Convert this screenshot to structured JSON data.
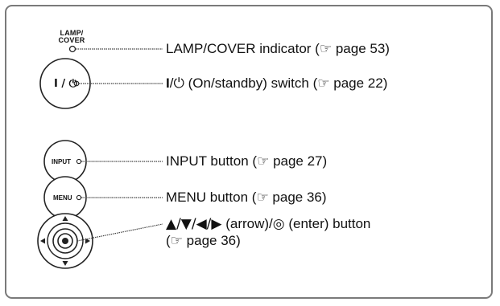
{
  "panel": {
    "lamp_caption_line1": "LAMP/",
    "lamp_caption_line2": "COVER",
    "power_button_glyph": "I / ⏻",
    "input_button_text": "INPUT",
    "menu_button_text": "MENU"
  },
  "callouts": {
    "lamp": {
      "name": "LAMP/COVER indicator",
      "pre": " (",
      "ref": "page 53",
      "post": ")"
    },
    "power": {
      "bar": "I",
      "slash": "/",
      "name": " (On/standby) switch",
      "pre": " (",
      "ref": "page 22",
      "post": ")"
    },
    "input": {
      "name": "INPUT button",
      "pre": " (",
      "ref": "page 27",
      "post": ")"
    },
    "menu": {
      "name": "MENU button",
      "pre": " (",
      "ref": "page 36",
      "post": ")"
    },
    "arrow": {
      "arrows": "▲/▼/◀/▶",
      "mid": " (arrow)/",
      "name": " (enter) button",
      "pre2": "(",
      "ref": "page 36",
      "post": ")"
    }
  },
  "icons": [
    "pointing-hand-icon",
    "power-icon",
    "enter-icon",
    "arrow-up-icon",
    "arrow-down-icon",
    "arrow-left-icon",
    "arrow-right-icon"
  ]
}
